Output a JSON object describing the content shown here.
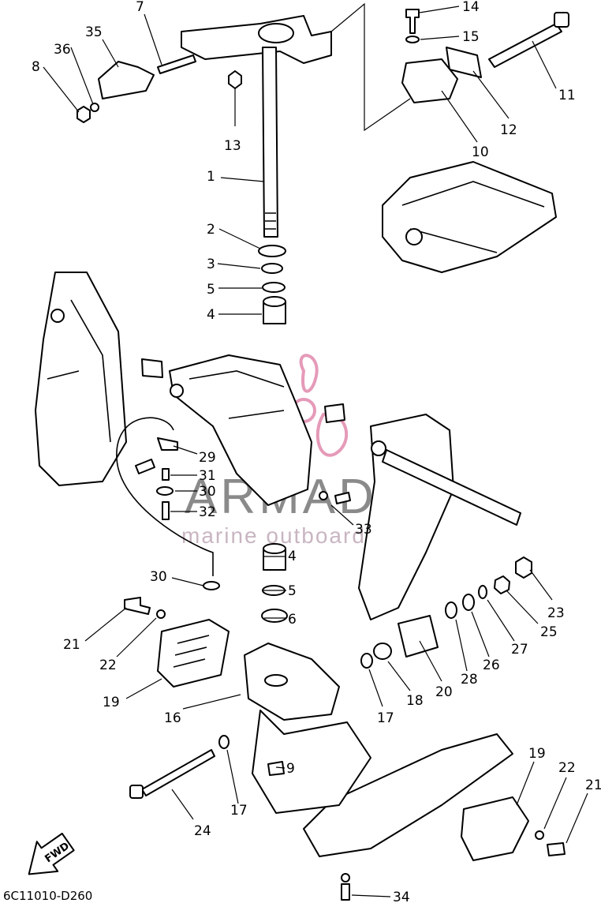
{
  "diagram": {
    "code": "6C11010-D260",
    "fwd_label": "FWD",
    "watermark": {
      "brand": "ARMADA",
      "tagline": "marine outboards"
    },
    "callouts": [
      {
        "id": "c1",
        "label": "1"
      },
      {
        "id": "c2",
        "label": "2"
      },
      {
        "id": "c3",
        "label": "3"
      },
      {
        "id": "c4a",
        "label": "4"
      },
      {
        "id": "c4b",
        "label": "4"
      },
      {
        "id": "c5a",
        "label": "5"
      },
      {
        "id": "c5b",
        "label": "5"
      },
      {
        "id": "c6",
        "label": "6"
      },
      {
        "id": "c7",
        "label": "7"
      },
      {
        "id": "c8",
        "label": "8"
      },
      {
        "id": "c9",
        "label": "9"
      },
      {
        "id": "c10",
        "label": "10"
      },
      {
        "id": "c11",
        "label": "11"
      },
      {
        "id": "c12",
        "label": "12"
      },
      {
        "id": "c13",
        "label": "13"
      },
      {
        "id": "c14",
        "label": "14"
      },
      {
        "id": "c15",
        "label": "15"
      },
      {
        "id": "c16",
        "label": "16"
      },
      {
        "id": "c17a",
        "label": "17"
      },
      {
        "id": "c17b",
        "label": "17"
      },
      {
        "id": "c18",
        "label": "18"
      },
      {
        "id": "c19a",
        "label": "19"
      },
      {
        "id": "c19b",
        "label": "19"
      },
      {
        "id": "c20",
        "label": "20"
      },
      {
        "id": "c21a",
        "label": "21"
      },
      {
        "id": "c21b",
        "label": "21"
      },
      {
        "id": "c22a",
        "label": "22"
      },
      {
        "id": "c22b",
        "label": "22"
      },
      {
        "id": "c23",
        "label": "23"
      },
      {
        "id": "c24",
        "label": "24"
      },
      {
        "id": "c25",
        "label": "25"
      },
      {
        "id": "c26",
        "label": "26"
      },
      {
        "id": "c27",
        "label": "27"
      },
      {
        "id": "c28",
        "label": "28"
      },
      {
        "id": "c29",
        "label": "29"
      },
      {
        "id": "c30a",
        "label": "30"
      },
      {
        "id": "c30b",
        "label": "30"
      },
      {
        "id": "c31",
        "label": "31"
      },
      {
        "id": "c32",
        "label": "32"
      },
      {
        "id": "c33",
        "label": "33"
      },
      {
        "id": "c34",
        "label": "34"
      },
      {
        "id": "c35",
        "label": "35"
      },
      {
        "id": "c36",
        "label": "36"
      }
    ]
  }
}
